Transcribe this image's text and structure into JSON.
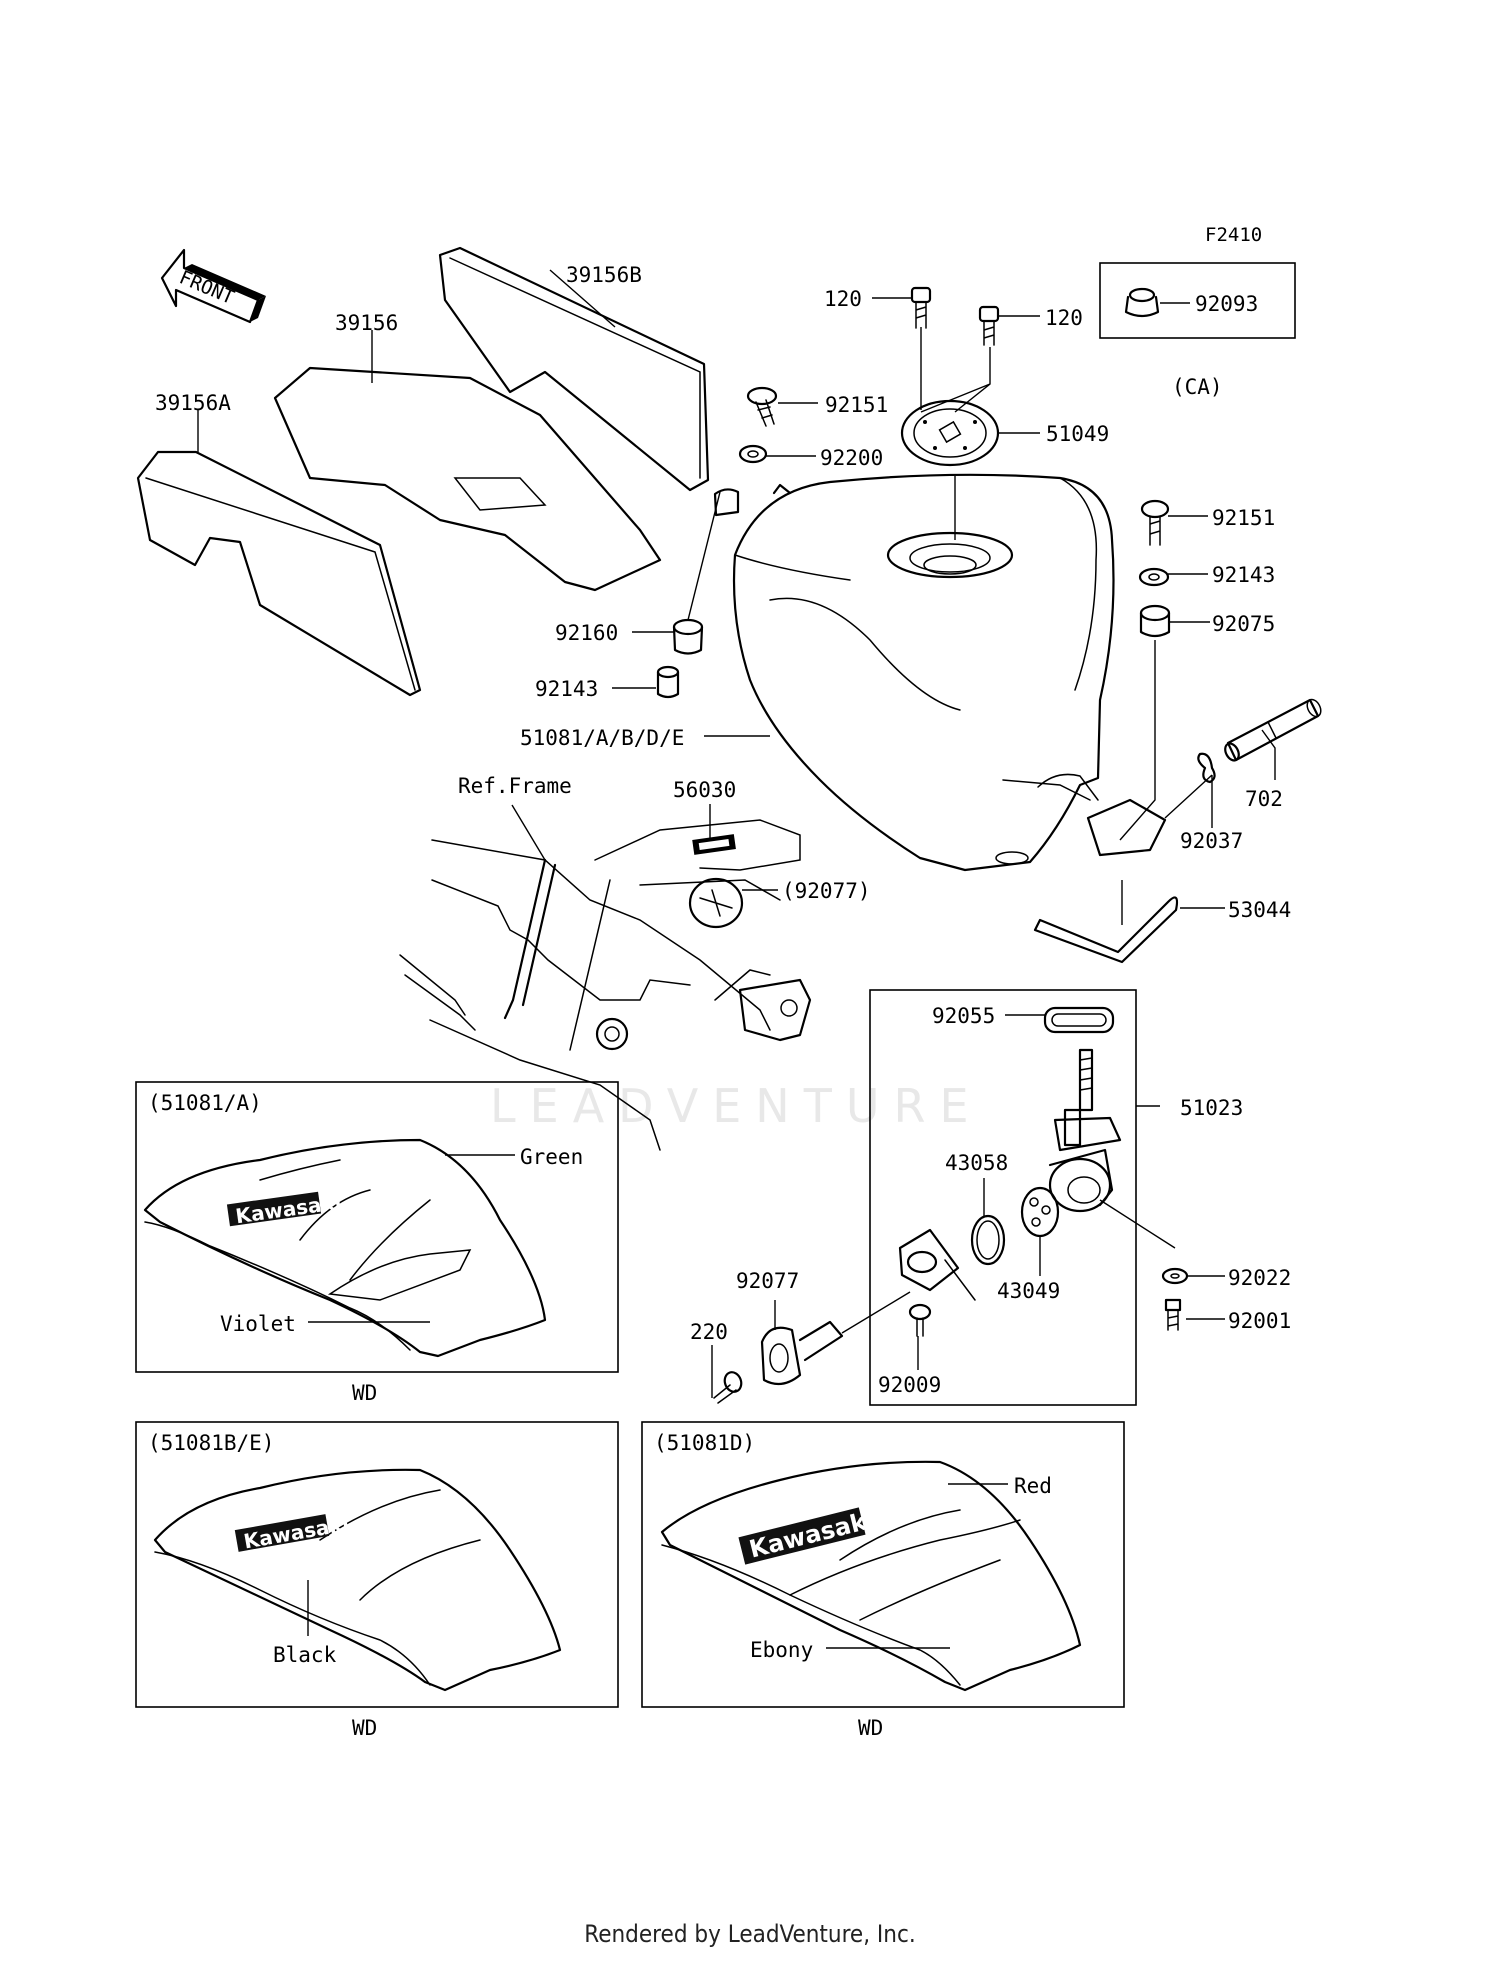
{
  "figure_code": "F2410",
  "front_arrow": "FRONT",
  "watermark": "LEADVENTURE",
  "footer": "Rendered by LeadVenture, Inc.",
  "parts": {
    "p39156B": "39156B",
    "p39156": "39156",
    "p39156A": "39156A",
    "p120_left": "120",
    "p120_right": "120",
    "p92093": "92093",
    "ca": "(CA)",
    "p92151_top": "92151",
    "p51049": "51049",
    "p92200": "92200",
    "p92151_right": "92151",
    "p92143_right": "92143",
    "p92075": "92075",
    "p92160": "92160",
    "p92143_left": "92143",
    "p51081": "51081/A/B/D/E",
    "p702": "702",
    "p92037": "92037",
    "ref_frame": "Ref.Frame",
    "p56030": "56030",
    "p92077_paren": "(92077)",
    "p53044": "53044",
    "p92055": "92055",
    "p51023": "51023",
    "p43058": "43058",
    "p43049": "43049",
    "p92077": "92077",
    "p220": "220",
    "p92009": "92009",
    "p92022": "92022",
    "p92001": "92001"
  },
  "variants": {
    "a": {
      "title": "(51081/A)",
      "color1": "Green",
      "color2": "Violet",
      "code": "WD",
      "logo": "Kawasaki"
    },
    "be": {
      "title": "(51081B/E)",
      "color1": "Black",
      "code": "WD",
      "logo": "Kawasaki"
    },
    "d": {
      "title": "(51081D)",
      "color1": "Red",
      "color2": "Ebony",
      "code": "WD",
      "logo": "Kawasaki"
    }
  }
}
